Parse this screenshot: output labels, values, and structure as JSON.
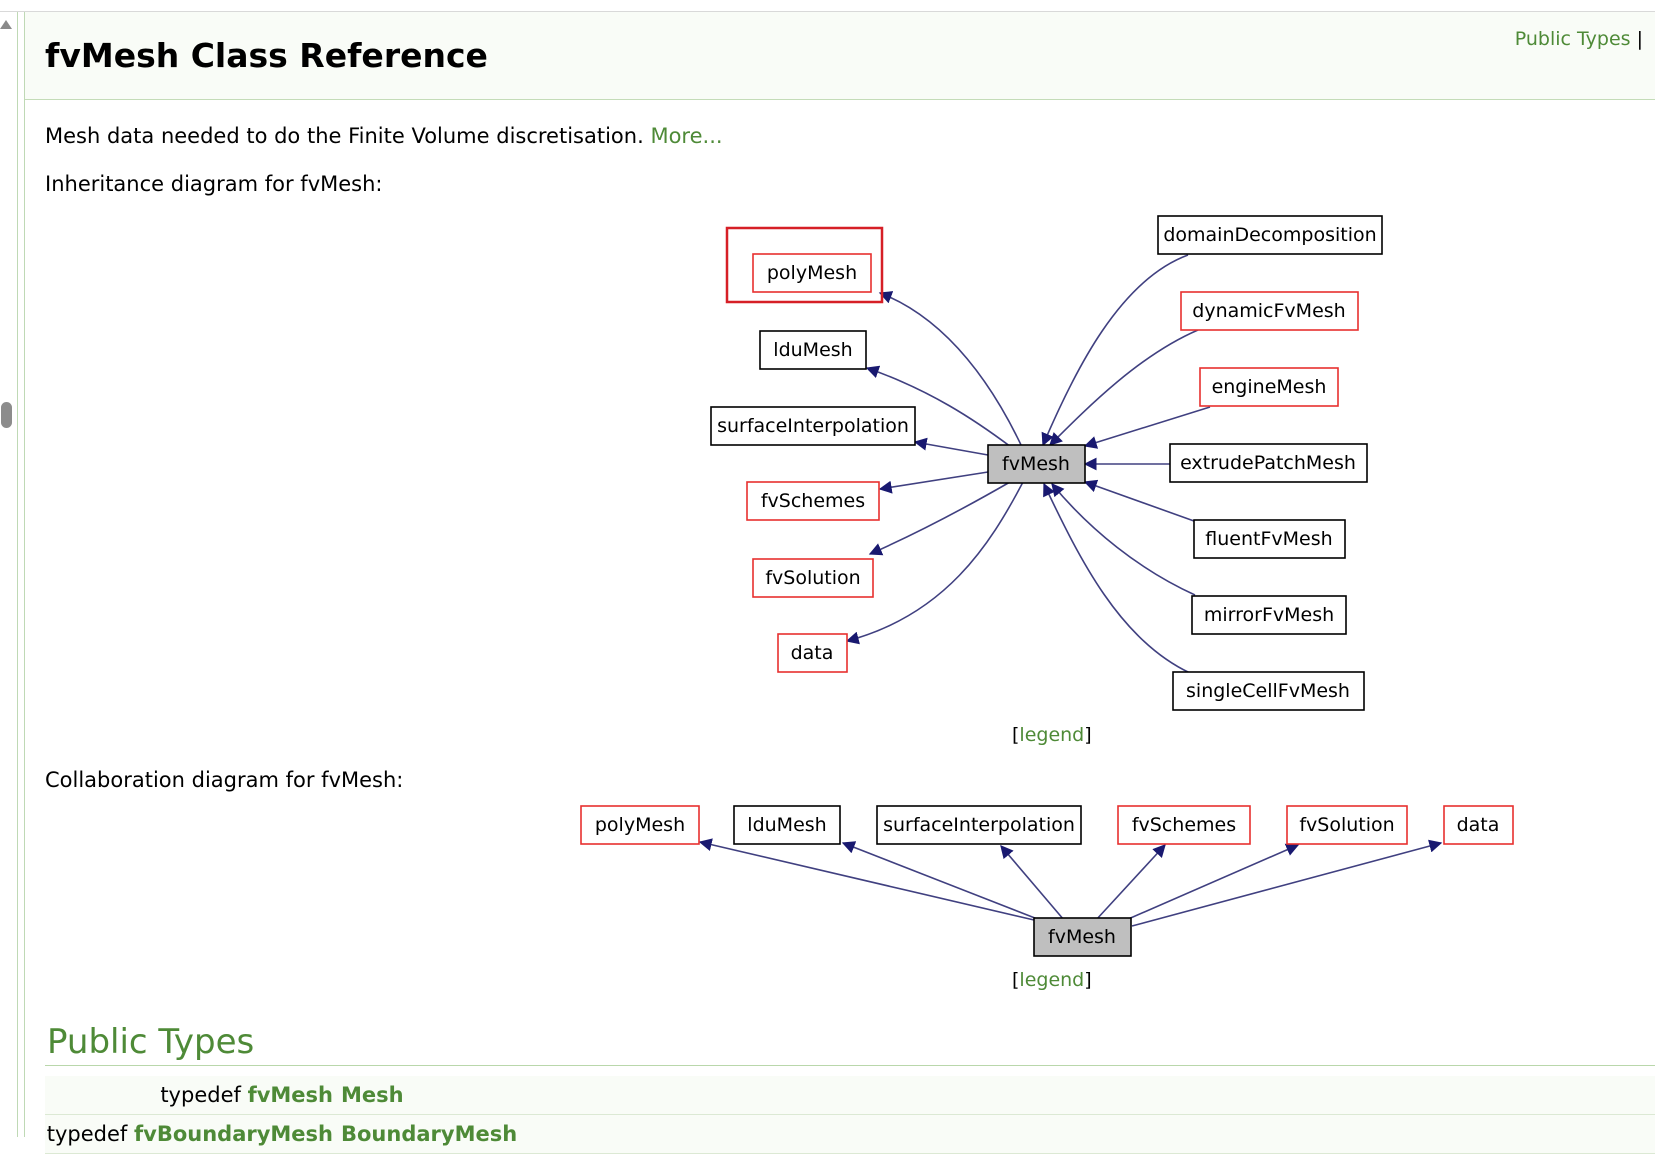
{
  "header": {
    "summary_link": "Public Types",
    "summary_sep": "|",
    "title": "fvMesh Class Reference"
  },
  "brief": {
    "text": "Mesh data needed to do the Finite Volume discretisation.",
    "more": "More..."
  },
  "inheritance": {
    "label": "Inheritance diagram for fvMesh:",
    "center": "fvMesh",
    "left_nodes": [
      "polyMesh",
      "lduMesh",
      "surfaceInterpolation",
      "fvSchemes",
      "fvSolution",
      "data"
    ],
    "right_nodes": [
      "domainDecomposition",
      "dynamicFvMesh",
      "engineMesh",
      "extrudePatchMesh",
      "fluentFvMesh",
      "mirrorFvMesh",
      "singleCellFvMesh"
    ],
    "legend_open": "[",
    "legend": "legend",
    "legend_close": "]"
  },
  "collaboration": {
    "label": "Collaboration diagram for fvMesh:",
    "center": "fvMesh",
    "nodes": [
      "polyMesh",
      "lduMesh",
      "surfaceInterpolation",
      "fvSchemes",
      "fvSolution",
      "data"
    ],
    "legend_open": "[",
    "legend": "legend",
    "legend_close": "]"
  },
  "public_types": {
    "heading": "Public Types",
    "rows": [
      {
        "keyword": "typedef",
        "type": "fvMesh",
        "name": "Mesh"
      },
      {
        "keyword": "typedef",
        "type": "fvBoundaryMesh",
        "name": "BoundaryMesh"
      }
    ]
  },
  "colors": {
    "link_green": "#4e8a37",
    "arrow": "#191970",
    "edge": "#404080",
    "documented_border": "#000000",
    "undocumented_border": "#e8302f",
    "center_fill": "#bfbfbf",
    "highlight": "#d61f26"
  }
}
